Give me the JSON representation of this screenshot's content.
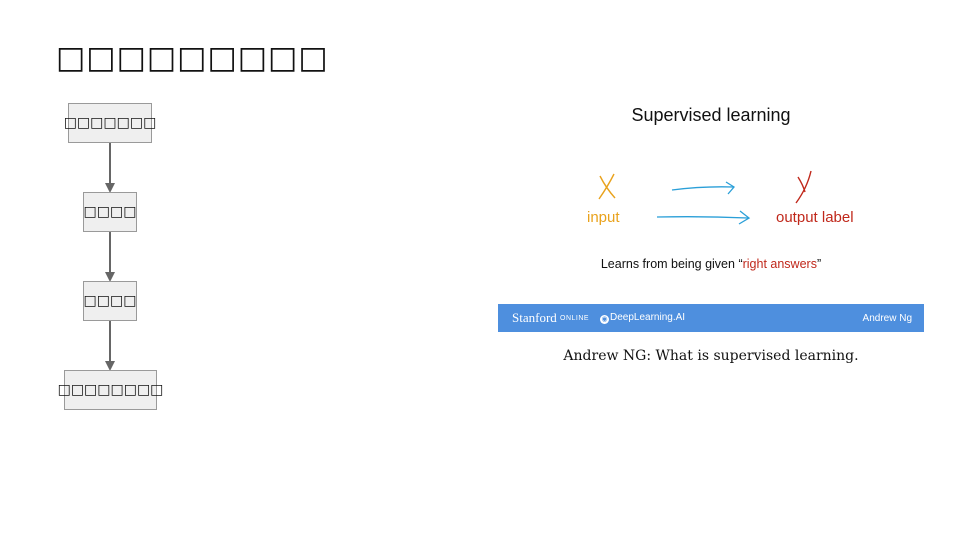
{
  "slide": {
    "title": "□□□□□□□□□"
  },
  "flowchart": {
    "nodes": [
      "□□□□□□□",
      "□□□□",
      "□□□□",
      "□□□□□□□□"
    ]
  },
  "figure": {
    "title": "Supervised learning",
    "input_label": "input",
    "output_label": "output label",
    "learns_prefix": "Learns from being given “",
    "learns_highlight": "right answers",
    "learns_suffix": "”",
    "banner": {
      "stanford": "Stanford",
      "online": "ONLINE",
      "deeplearning": "DeepLearning.AI",
      "author": "Andrew Ng"
    },
    "colors": {
      "input": "#e9a21c",
      "output": "#c0281b",
      "arrow": "#2a9fd8",
      "banner": "#4e8fde"
    }
  },
  "caption": "Andrew NG: What is supervised learning."
}
